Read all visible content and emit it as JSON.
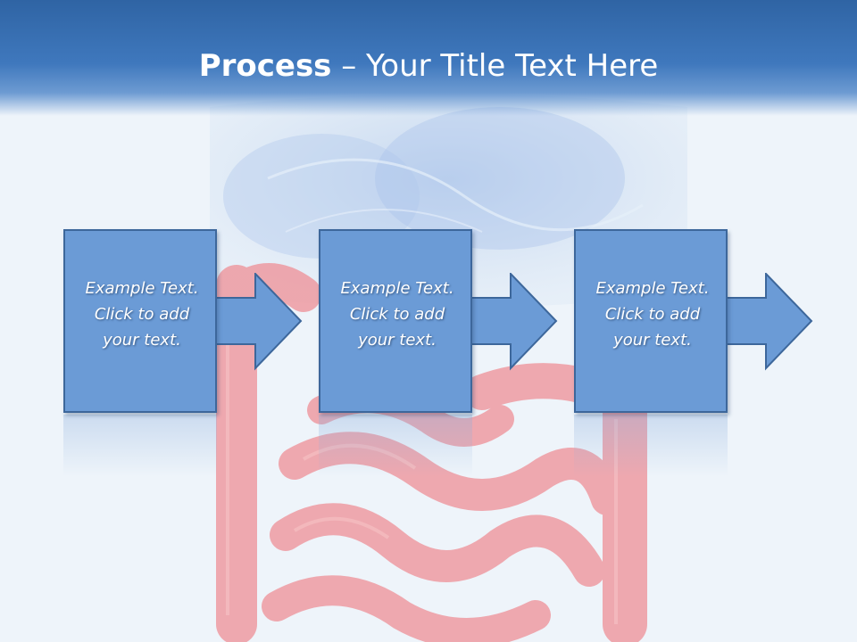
{
  "title": {
    "bold": "Process",
    "rest": " – Your Title Text Here"
  },
  "steps": [
    {
      "line1": "Example Text.",
      "line2": "Click  to add",
      "line3": "your text."
    },
    {
      "line1": "Example Text.",
      "line2": "Click  to add",
      "line3": "your text."
    },
    {
      "line1": "Example Text.",
      "line2": "Click  to add",
      "line3": "your text."
    }
  ],
  "colors": {
    "title_bar": "#3f78bd",
    "box_fill": "#6b9bd6",
    "box_border": "#3d679b",
    "title_text": "#ffffff",
    "background_intestine": "#e9888f"
  },
  "background_image": "anatomy-intestines-illustration"
}
